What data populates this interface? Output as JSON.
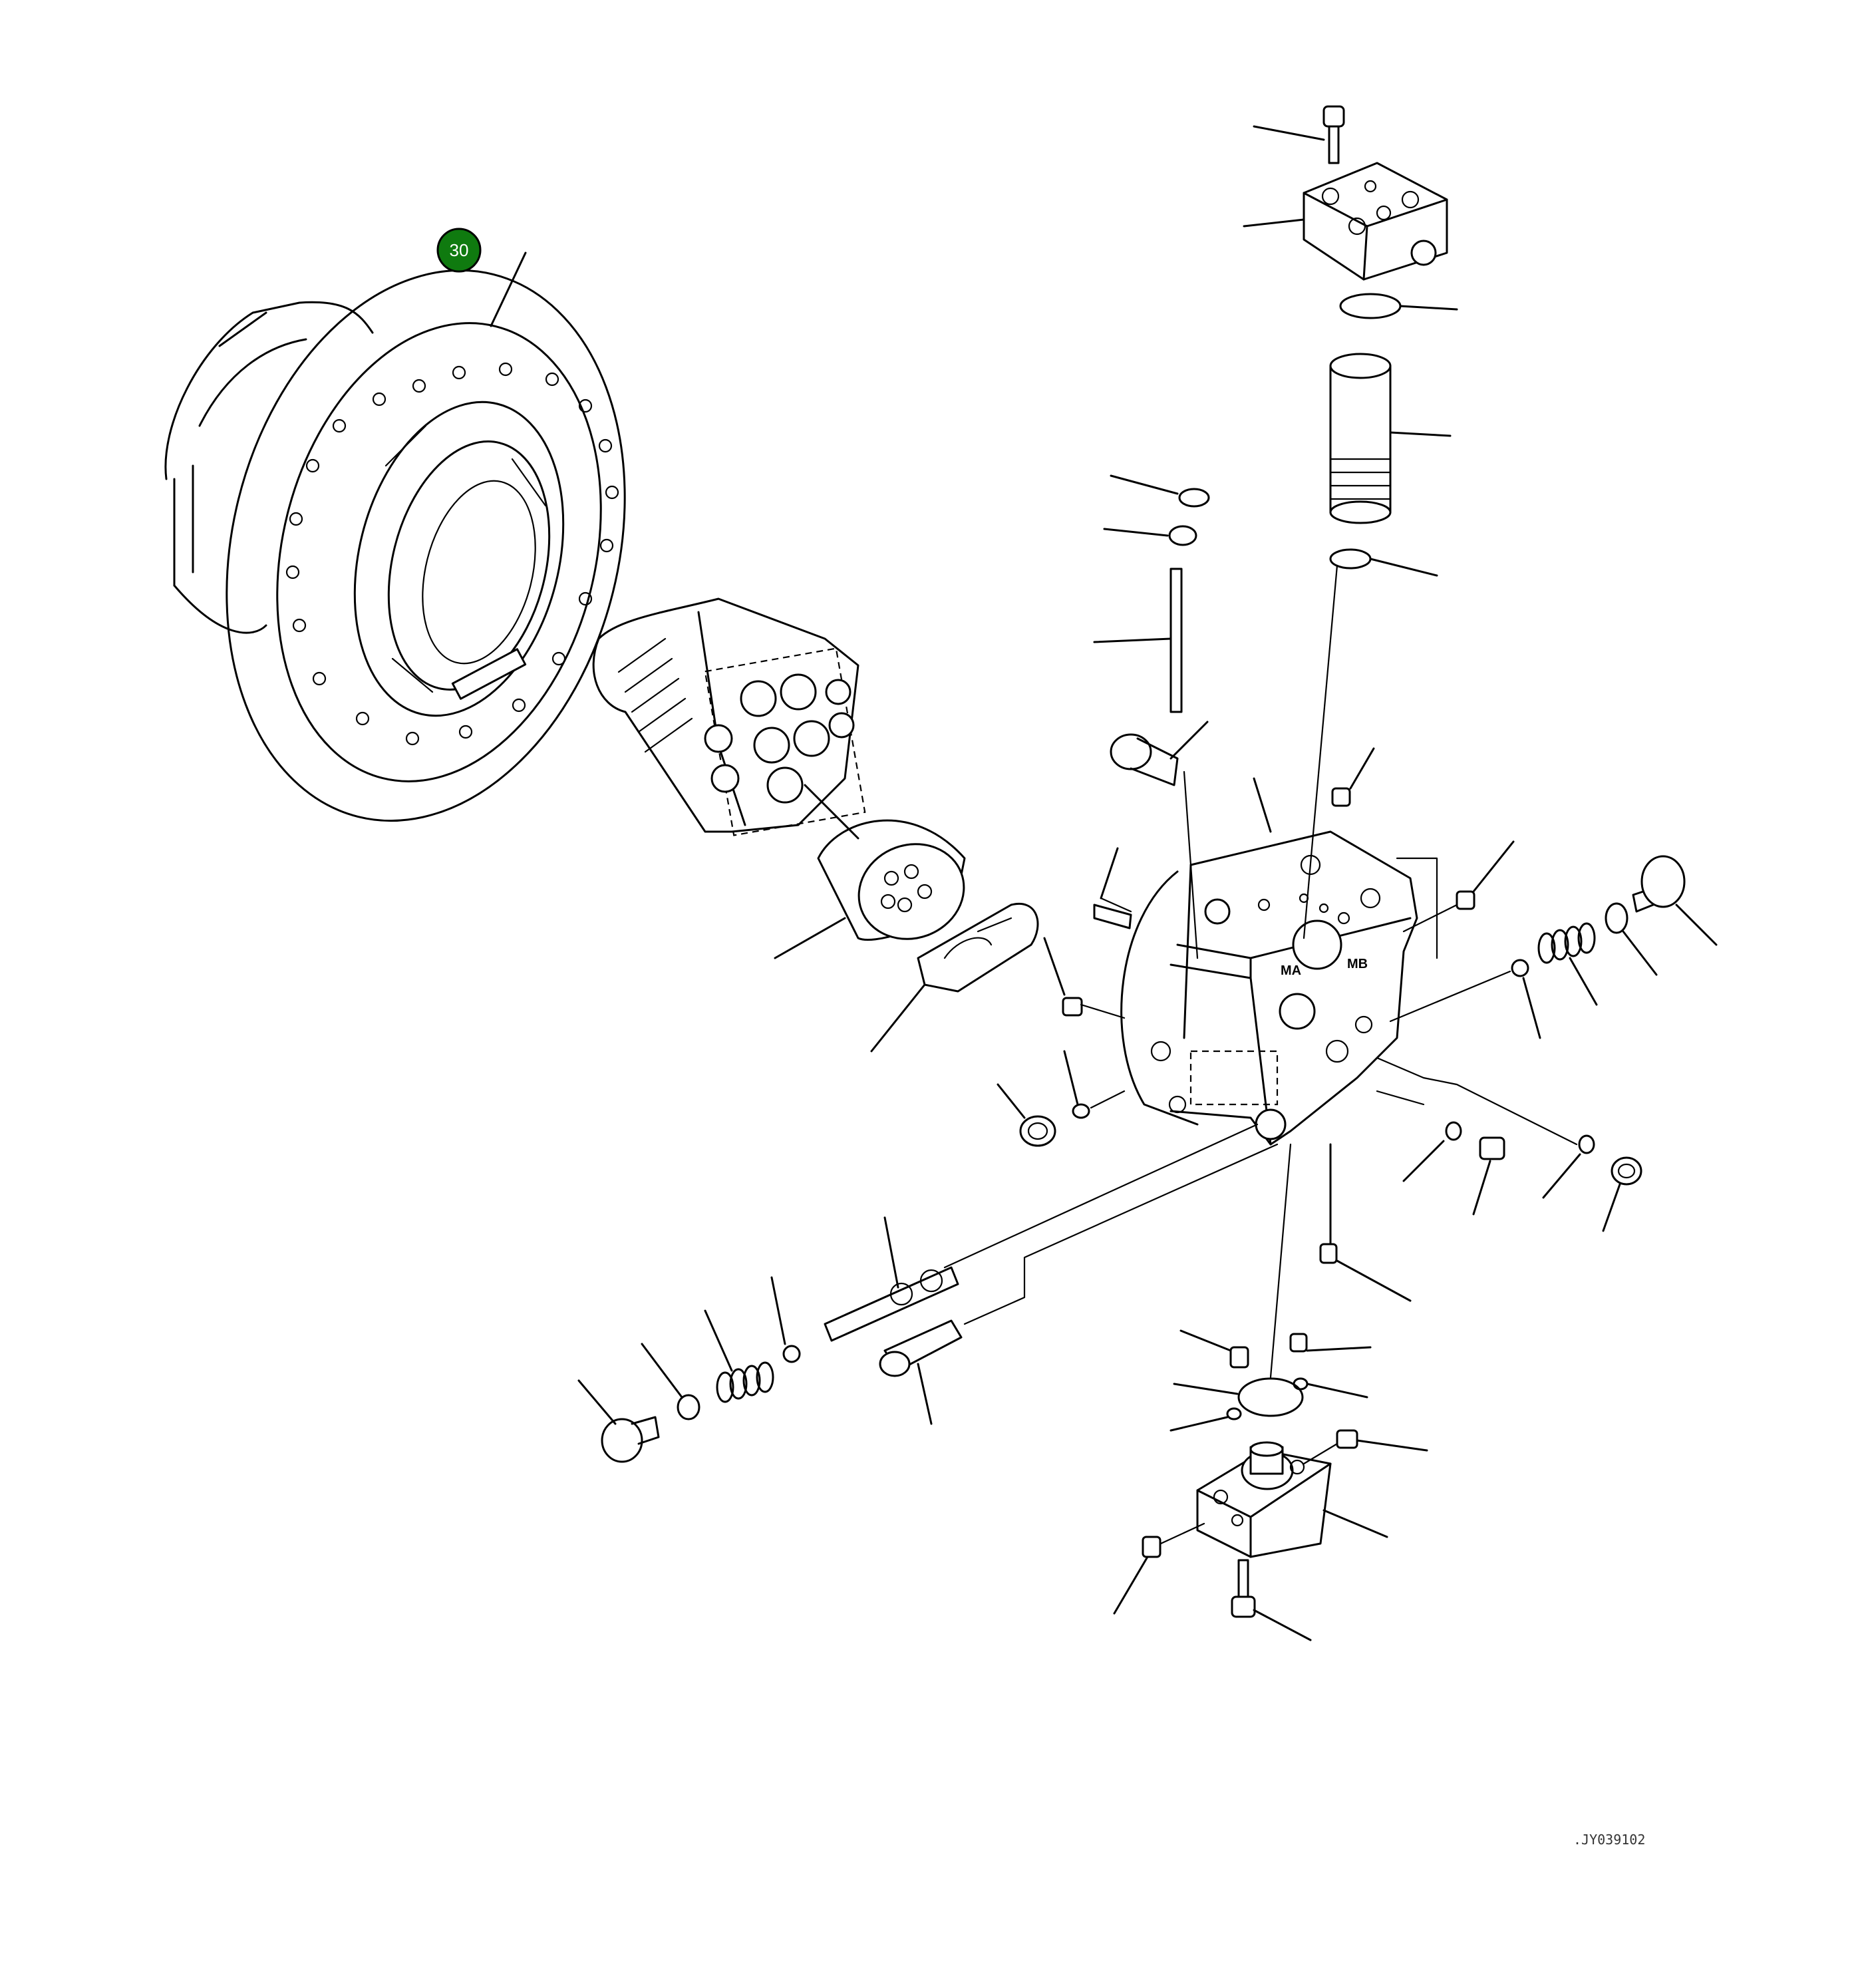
{
  "callout": {
    "label": "30",
    "color": "#0f7a0f"
  },
  "drawing_code": ".JY039102",
  "stamps": {
    "port_a": "MA",
    "port_b": "MB"
  },
  "colors": {
    "line": "#000000",
    "background": "#ffffff"
  }
}
